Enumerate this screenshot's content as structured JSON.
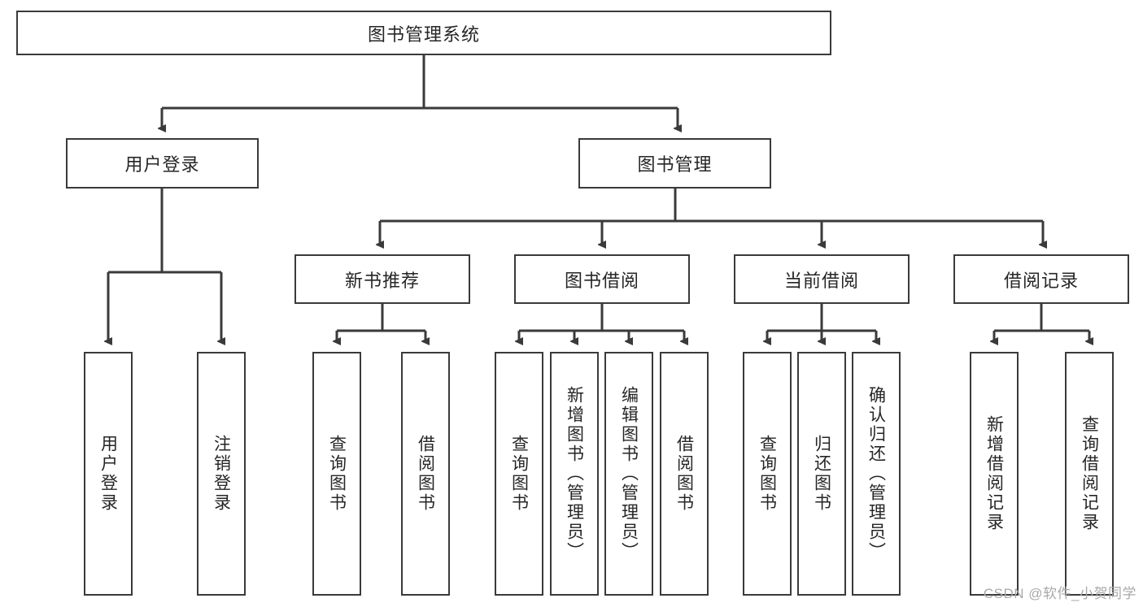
{
  "diagram": {
    "title": "图书管理系统",
    "root": {
      "label": "图书管理系统"
    },
    "level1": [
      {
        "label": "用户登录"
      },
      {
        "label": "图书管理"
      }
    ],
    "level2": [
      {
        "label": "新书推荐"
      },
      {
        "label": "图书借阅"
      },
      {
        "label": "当前借阅"
      },
      {
        "label": "借阅记录"
      }
    ],
    "leaves": {
      "user_login": [
        {
          "label": "用户登录"
        },
        {
          "label": "注销登录"
        }
      ],
      "new_book_recommend": [
        {
          "label": "查询图书"
        },
        {
          "label": "借阅图书"
        }
      ],
      "book_borrow": [
        {
          "label": "查询图书"
        },
        {
          "label": "新增图书（管理员）"
        },
        {
          "label": "编辑图书（管理员）"
        },
        {
          "label": "借阅图书"
        }
      ],
      "current_borrow": [
        {
          "label": "查询图书"
        },
        {
          "label": "归还图书"
        },
        {
          "label": "确认归还（管理员）"
        }
      ],
      "borrow_record": [
        {
          "label": "新增借阅记录"
        },
        {
          "label": "查询借阅记录"
        }
      ]
    }
  },
  "watermark": {
    "text": "CSDN @软件_小贺同学"
  },
  "colors": {
    "stroke": "#3a3a3a",
    "text": "#262626",
    "background": "#ffffff",
    "watermark": "#a9a9a9"
  }
}
